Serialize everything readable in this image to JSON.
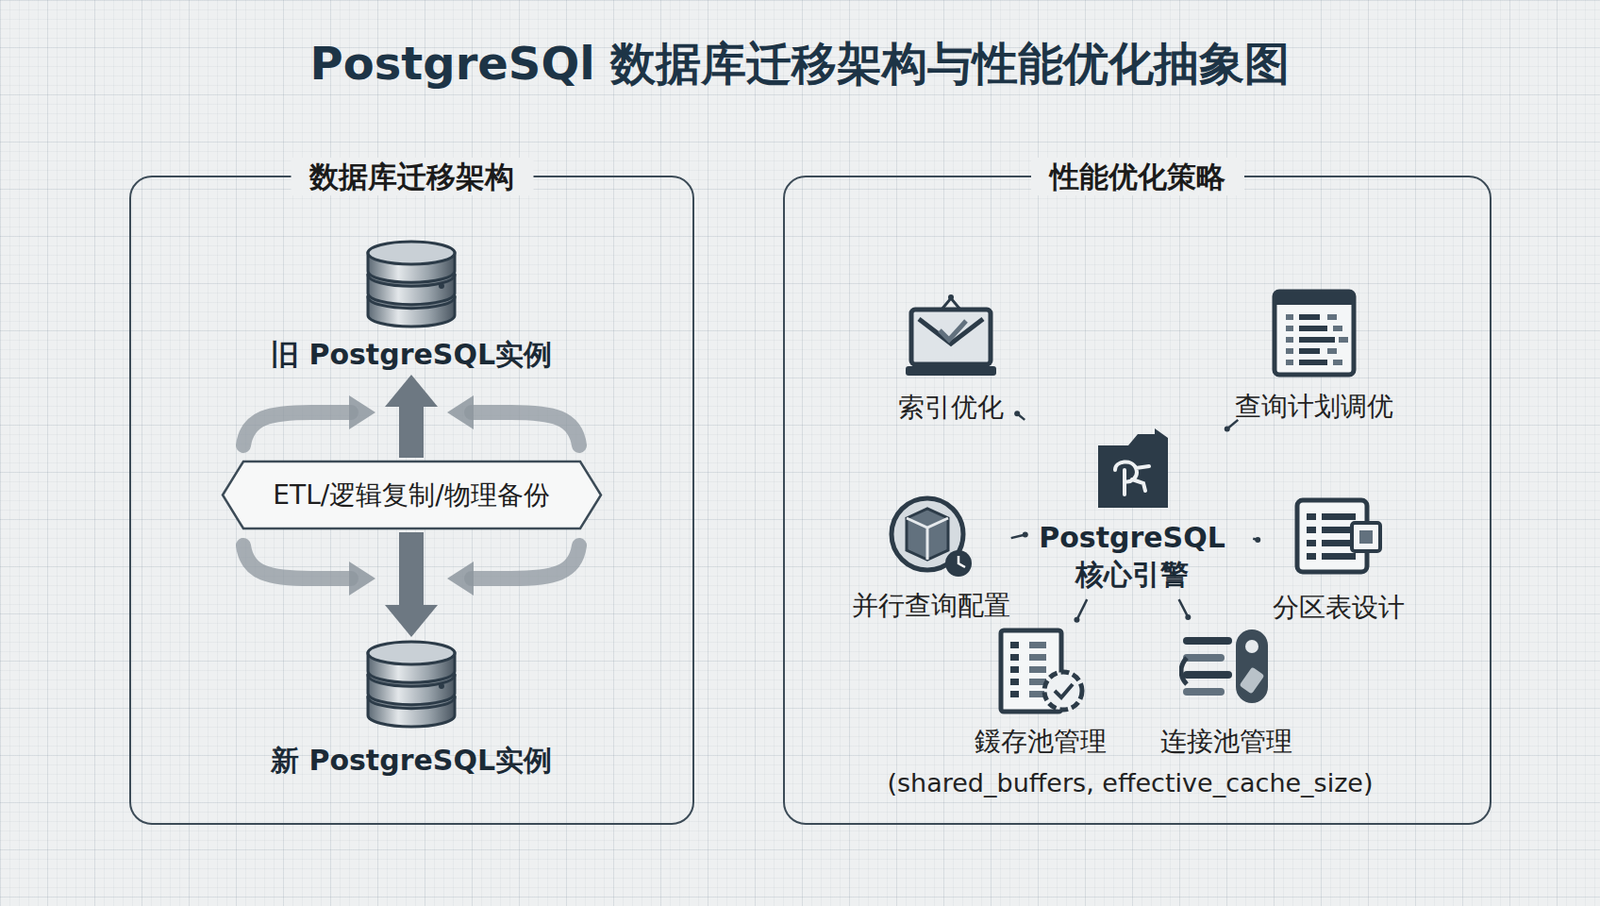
{
  "diagram": {
    "title": "PostgreSQl 数据库迁移架构与性能优化抽象图",
    "nodes": [
      {
        "text": [
          "数据库迁移架构"
        ]
      },
      {
        "text": [
          "旧 PostgreSQL实例"
        ],
        "in": 0
      },
      {
        "text": [
          "ETL/逻辑复制/物理备份"
        ],
        "in": 0
      },
      {
        "text": [
          "新 PostgreSQL实例"
        ],
        "in": 0
      },
      {
        "text": [
          "性能优化策略"
        ]
      },
      {
        "text": [
          "索引优化"
        ],
        "in": 4
      },
      {
        "text": [
          "查询计划调优"
        ],
        "in": 4
      },
      {
        "text": [
          "PostgreSQL 核心引警"
        ],
        "in": 4
      },
      {
        "text": [
          "并行查询配置"
        ],
        "in": 4
      },
      {
        "text": [
          "分区表设计"
        ],
        "in": 4
      },
      {
        "text": [
          "鍰存池管理"
        ],
        "in": 4
      },
      {
        "text": [
          "连接池管理"
        ],
        "in": 4
      }
    ],
    "edges": [
      {
        "from": 2,
        "to": 1,
        "arrow": "to"
      },
      {
        "from": 2,
        "to": 3,
        "arrow": "to"
      },
      {
        "from": 7,
        "to": 5,
        "arrow": "none"
      },
      {
        "from": 7,
        "to": 6,
        "arrow": "none"
      },
      {
        "from": 7,
        "to": 8,
        "arrow": "none"
      },
      {
        "from": 7,
        "to": 9,
        "arrow": "none"
      },
      {
        "from": 7,
        "to": 10,
        "arrow": "none"
      },
      {
        "from": 7,
        "to": 11,
        "arrow": "none"
      }
    ],
    "labels": [
      "(shared_buffers, effective_cache_size)"
    ]
  }
}
